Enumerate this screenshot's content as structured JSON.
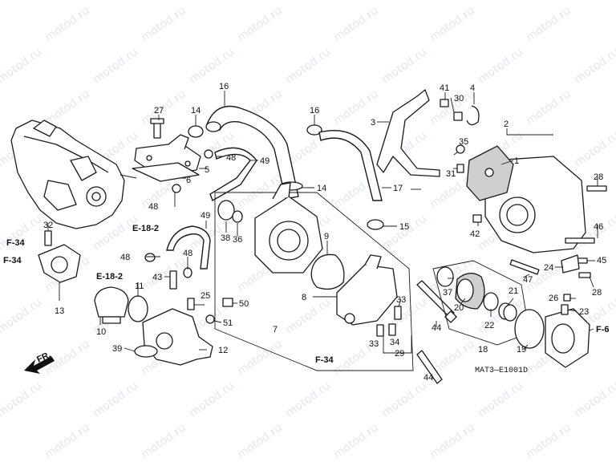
{
  "watermark": "motod.ru",
  "diagram_code": "MAT3—E1001D",
  "front_label": "FR.",
  "refs": {
    "f34_a": "F-34",
    "f34_b": "F-34",
    "f34_c": "F-34",
    "e182_a": "E-18-2",
    "e182_b": "E-18-2",
    "f6": "F-6"
  },
  "callouts": {
    "p1": "1",
    "p2": "2",
    "p3": "3",
    "p4": "4",
    "p5": "5",
    "p6": "6",
    "p7": "7",
    "p8": "8",
    "p9": "9",
    "p10": "10",
    "p11": "11",
    "p12": "12",
    "p13": "13",
    "p14a": "14",
    "p14b": "14",
    "p15": "15",
    "p16a": "16",
    "p16b": "16",
    "p17": "17",
    "p18": "18",
    "p19": "19",
    "p20": "20",
    "p21": "21",
    "p22": "22",
    "p23": "23",
    "p24": "24",
    "p25": "25",
    "p26": "26",
    "p27": "27",
    "p28a": "28",
    "p28b": "28",
    "p29": "29",
    "p30": "30",
    "p31": "31",
    "p32": "32",
    "p33a": "33",
    "p33b": "33",
    "p34": "34",
    "p35": "35",
    "p36": "36",
    "p37": "37",
    "p38": "38",
    "p39": "39",
    "p41": "41",
    "p42": "42",
    "p43": "43",
    "p44a": "44",
    "p44b": "44",
    "p45": "45",
    "p46": "46",
    "p47": "47",
    "p48a": "48",
    "p48b": "48",
    "p48c": "48",
    "p48d": "48",
    "p49a": "49",
    "p49b": "49",
    "p50": "50",
    "p51": "51"
  }
}
